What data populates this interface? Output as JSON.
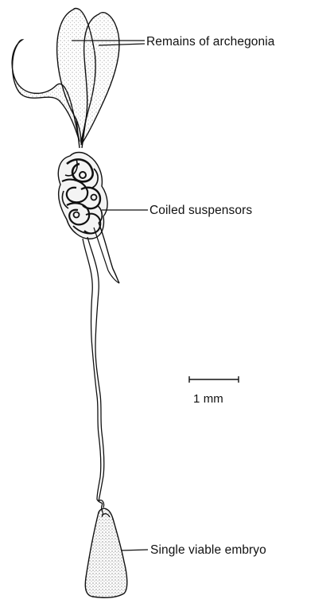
{
  "labels": {
    "archegonia": "Remains of archegonia",
    "suspensors": "Coiled suspensors",
    "embryo": "Single viable embryo"
  },
  "scale_bar": {
    "text": "1 mm"
  },
  "colors": {
    "ink": "#111111",
    "stipple": "#555555",
    "background": "#ffffff"
  }
}
